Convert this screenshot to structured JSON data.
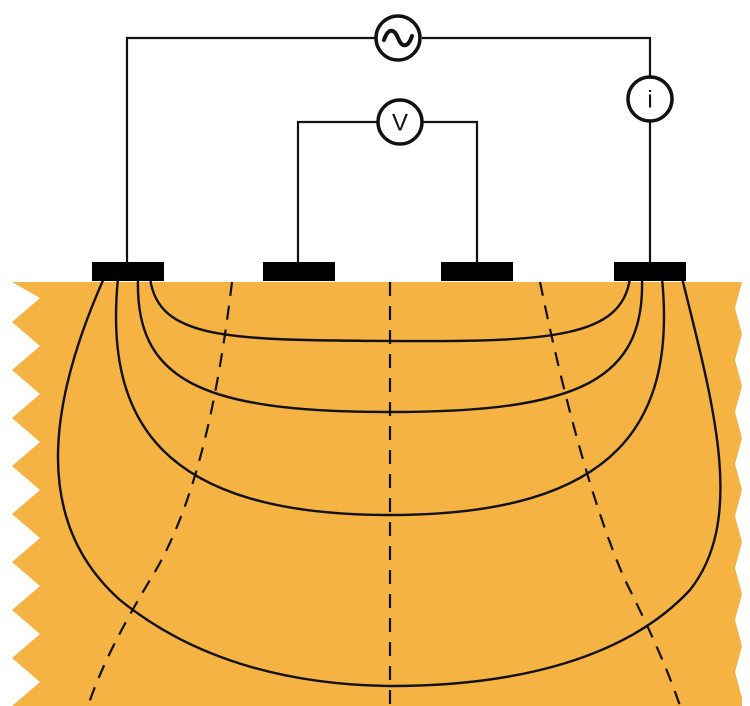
{
  "colors": {
    "ground": "#f4b342",
    "background": "#ffffff",
    "line": "#111111",
    "electrode": "#000000"
  },
  "meters": {
    "source": {
      "icon": "ac-source-icon",
      "symbol": ""
    },
    "voltmeter": {
      "icon": "voltmeter-icon",
      "label": "V"
    },
    "ammeter": {
      "icon": "ammeter-icon",
      "label": "i"
    }
  },
  "electrodes": {
    "count": 4,
    "roles": [
      "current",
      "potential",
      "potential",
      "current"
    ]
  },
  "field_lines": {
    "current_line_count": 4,
    "equipotential_line_count": 3
  }
}
